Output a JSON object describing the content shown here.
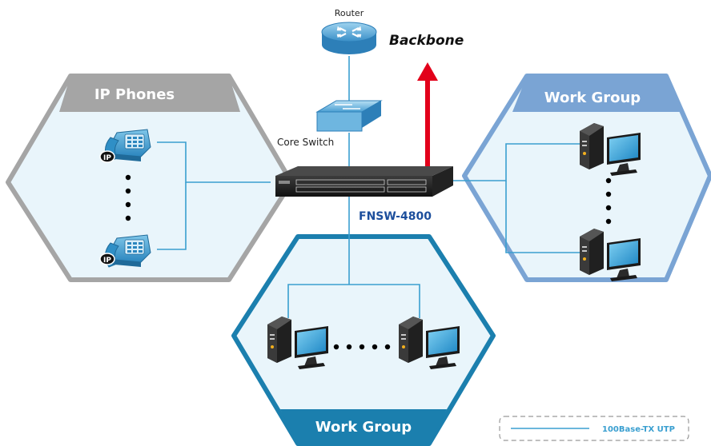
{
  "diagram": {
    "router_label": "Router",
    "backbone_label": "Backbone",
    "core_switch_label": "Core Switch",
    "device_label": "FNSW-4800",
    "groups": {
      "ip_phones": "IP Phones",
      "work_group_right": "Work Group",
      "work_group_bottom": "Work Group"
    },
    "phone_badge": "IP",
    "legend": {
      "label": "100Base-TX UTP"
    }
  },
  "colors": {
    "link": "#3a9fd0",
    "gray_border": "#a5a5a5",
    "light_blue_border": "#7aa4d4",
    "teal_border": "#1b7fae",
    "hex_fill": "#e9f5fb",
    "backbone_arrow": "#e2001a",
    "device_label": "#1c4e9c"
  }
}
